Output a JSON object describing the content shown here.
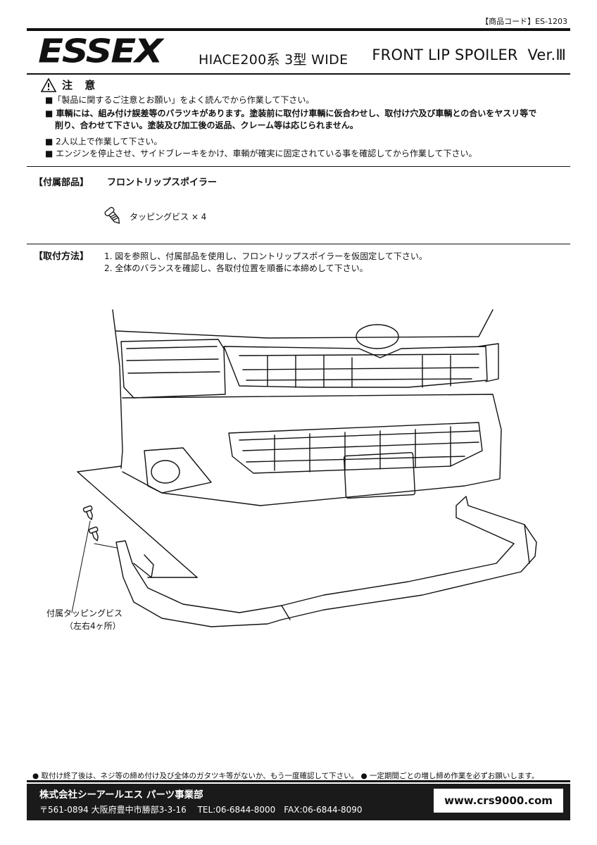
{
  "header": {
    "product_code": "【商品コード】ES-1203",
    "brand": "ESSEX",
    "model": "HIACE200系 3型 WIDE",
    "title": "FRONT LIP SPOILER  Ver.Ⅲ"
  },
  "caution": {
    "title": "注 意",
    "notes": [
      "■「製品に関するご注意とお願い」をよく読んでから作業して下さい。",
      "■ 車輌には、組み付け誤差等のバラツキがあります。塗装前に取付け車輌に仮合わせし、取付け穴及び車輌との合いをヤスリ等で",
      "削り、合わせて下さい。塗装及び加工後の返品、クレーム等は応じられません。",
      "■ 2人以上で作業して下さい。",
      "■ エンジンを停止させ、サイドブレーキをかけ、車輌が確実に固定されている事を確認してから作業して下さい。"
    ]
  },
  "parts": {
    "label": "【付属部品】",
    "name": "フロントリップスポイラー",
    "screw": "タッピングビス × 4"
  },
  "instructions": {
    "label": "【取付方法】",
    "steps": [
      "1. 図を参照し、付属部品を使用し、フロントリップスポイラーを仮固定して下さい。",
      "2. 全体のバランスを確認し、各取付位置を順番に本締めして下さい。"
    ]
  },
  "diagram": {
    "callout_line1": "付属タッピングビス",
    "callout_line2": "（左右4ヶ所）"
  },
  "footer": {
    "note": "● 取付け終了後は、ネジ等の締め付け及び全体のガタツキ等がないか、もう一度確認して下さい。 ● 一定期間ごとの増し締め作業を必ずお願いします。",
    "company": "株式会社シーアールエス パーツ事業部",
    "address": "〒561-0894 大阪府豊中市勝部3-3-16　 TEL:06-6844-8000　FAX:06-6844-8090",
    "url": "www.crs9000.com"
  }
}
